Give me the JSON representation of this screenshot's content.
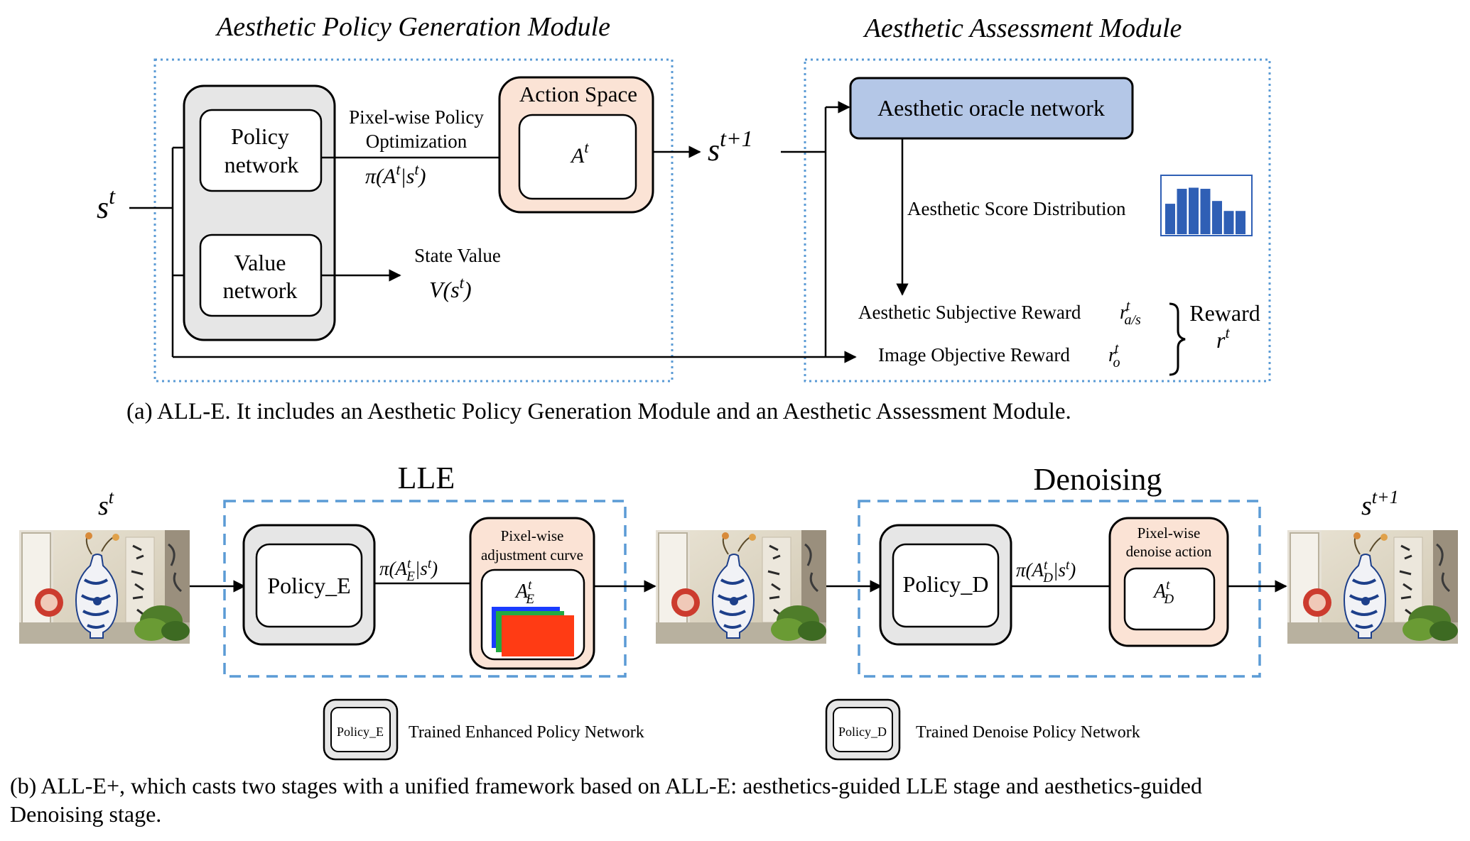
{
  "top": {
    "left_module_title": "Aesthetic Policy  Generation Module",
    "right_module_title": "Aesthetic  Assessment Module",
    "policy_network_line1": "Policy",
    "policy_network_line2": "network",
    "value_network_line1": "Value",
    "value_network_line2": "network",
    "pixelwise_label_line1": "Pixel-wise Policy",
    "pixelwise_label_line2": "Optimization",
    "action_space_title": "Action Space",
    "state_value_label": "State Value",
    "oracle_network": "Aesthetic oracle network",
    "score_distribution_label": "Aesthetic Score Distribution",
    "subjective_reward_label": "Aesthetic Subjective Reward",
    "objective_reward_label": "Image Objective Reward",
    "reward_label": "Reward",
    "histogram_bars": [
      0.55,
      0.82,
      0.84,
      0.82,
      0.6,
      0.42,
      0.42
    ],
    "caption": "(a) ALL-E. It includes an Aesthetic Policy Generation Module and an Aesthetic Assessment Module."
  },
  "bottom": {
    "lle_title": "LLE",
    "denoising_title": "Denoising",
    "policy_e": "Policy_E",
    "policy_d": "Policy_D",
    "adjust_curve_line1": "Pixel-wise",
    "adjust_curve_line2": "adjustment curve",
    "denoise_action_line1": "Pixel-wise",
    "denoise_action_line2": "denoise action",
    "legend_policy_e": "Policy_E",
    "legend_policy_e_label": "Trained Enhanced Policy Network",
    "legend_policy_d": "Policy_D",
    "legend_policy_d_label": "Trained Denoise Policy Network",
    "caption_line1": "(b) ALL-E+, which casts two stages with a unified framework based on ALL-E: aesthetics-guided LLE stage and aesthetics-guided",
    "caption_line2": "Denoising stage."
  },
  "colors": {
    "dotted_border": "#5b9bd5",
    "dashed_border": "#5b9bd5",
    "network_fill": "#e6e6e6",
    "action_fill": "#fbe3d5",
    "oracle_fill": "#b4c7e7",
    "histogram_bar": "#2f5fb5",
    "curve_red": "#ff3b14",
    "curve_green": "#22aa44",
    "curve_blue": "#1a3cff"
  }
}
